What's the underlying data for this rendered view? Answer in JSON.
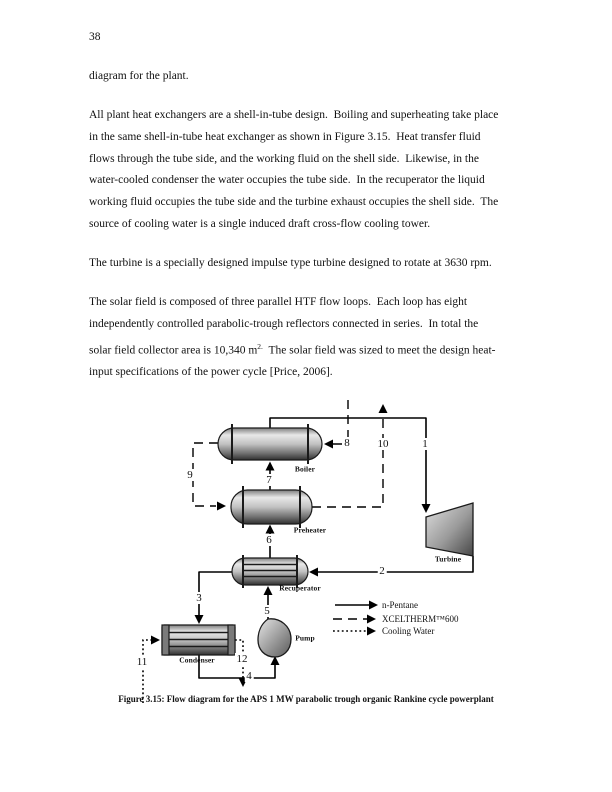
{
  "page_number": "38",
  "colors": {
    "ink": "#111111",
    "line": "#000000"
  },
  "body": {
    "p1": "diagram for the plant.",
    "p2": {
      "l1": "All plant heat exchangers are a shell-in-tube design.  Boiling and superheating take place",
      "l2": "in the same shell-in-tube heat exchanger as shown in Figure 3.15.  Heat transfer fluid",
      "l3": "flows through the tube side, and the working fluid on the shell side.  Likewise, in the",
      "l4": "water-cooled condenser the water occupies the tube side.  In the recuperator the liquid",
      "l5": "working fluid occupies the tube side and the turbine exhaust occupies the shell side.  The",
      "l6": "source of cooling water is a single induced draft cross-flow cooling tower."
    },
    "p3": "The turbine is a specially designed impulse type turbine designed to rotate at 3630 rpm.",
    "p4": {
      "l1": "The solar field is composed of three parallel HTF flow loops.  Each loop has eight",
      "l2": "independently controlled parabolic-trough reflectors connected in series.  In total the",
      "l3a": "solar field collector area is 10,340 m",
      "l3sup": "2.",
      "l3b": "  The solar field was sized to meet the design heat-",
      "l4": "input specifications of the power cycle [Price, 2006]."
    }
  },
  "diagram": {
    "equipment": {
      "boiler": "Boiler",
      "preheater": "Preheater",
      "recuperator": "Recuperator",
      "condenser": "Condenser",
      "turbine": "Turbine",
      "pump": "Pump"
    },
    "streams": {
      "s1": "1",
      "s2": "2",
      "s3": "3",
      "s4": "4",
      "s5": "5",
      "s6": "6",
      "s7": "7",
      "s8": "8",
      "s9": "9",
      "s10": "10",
      "s11": "11",
      "s12": "12"
    },
    "legend": {
      "n_pentane": "n-Pentane",
      "xceltherm": "XCELTHERM™600",
      "cooling_water": "Cooling Water"
    }
  },
  "caption": "Figure 3.15: Flow diagram for the APS 1 MW parabolic trough organic Rankine cycle powerplant"
}
